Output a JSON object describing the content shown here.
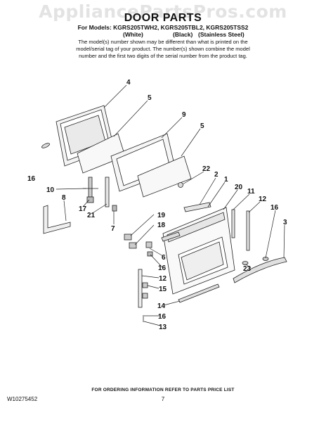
{
  "watermark": "AppliancePartsPros.com",
  "page_title": "DOOR PARTS",
  "models_line": "For Models: KGRS205TWH2, KGRS205TBL2, KGRS205TSS2",
  "color_white": "(White)",
  "color_black": "(Black)",
  "color_stainless": "(Stainless Steel)",
  "note_line_1": "The model(s) number shown may be different than what is printed on the",
  "note_line_2": "model/serial tag of your product. The number(s) shown combine the model",
  "note_line_3": "number and the first two digits of the serial number from the product tag.",
  "callouts": [
    "4",
    "5",
    "9",
    "5",
    "16",
    "10",
    "8",
    "17",
    "21",
    "7",
    "22",
    "2",
    "1",
    "20",
    "11",
    "12",
    "16",
    "3",
    "19",
    "18",
    "6",
    "16",
    "12",
    "15",
    "14",
    "16",
    "13",
    "23"
  ],
  "footer_text": "FOR ORDERING INFORMATION REFER TO PARTS PRICE LIST",
  "document_number": "W10275452",
  "page_number": "7"
}
